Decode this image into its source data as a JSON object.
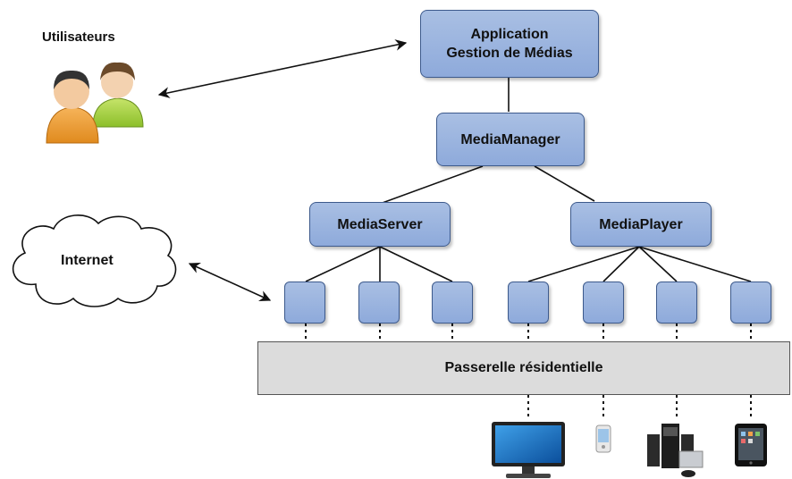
{
  "users_label": "Utilisateurs",
  "app_node": {
    "line1": "Application",
    "line2": "Gestion de Médias"
  },
  "media_manager": "MediaManager",
  "media_server": "MediaServer",
  "media_player": "MediaPlayer",
  "internet_label": "Internet",
  "gateway_label": "Passerelle résidentielle",
  "icons": {
    "users": "users-icon",
    "cloud": "cloud-icon",
    "devices": [
      "monitor-icon",
      "phone-icon",
      "media-center-icon",
      "tablet-icon"
    ]
  }
}
